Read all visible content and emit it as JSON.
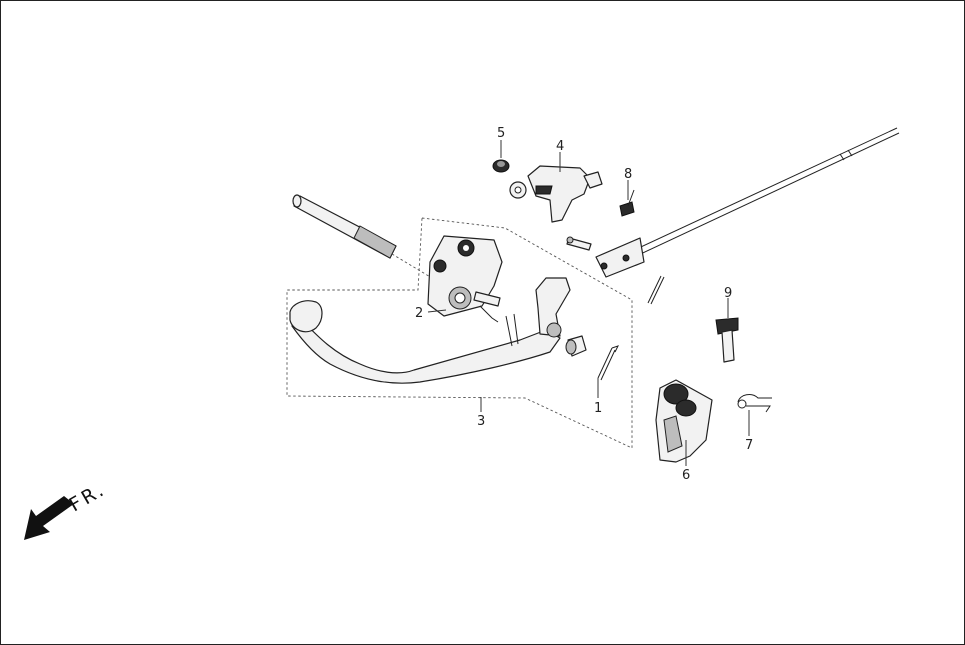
{
  "diagram": {
    "direction_label": "FR.",
    "callouts": [
      {
        "id": "1",
        "label": "1"
      },
      {
        "id": "2",
        "label": "2"
      },
      {
        "id": "3",
        "label": "3"
      },
      {
        "id": "4",
        "label": "4"
      },
      {
        "id": "5",
        "label": "5"
      },
      {
        "id": "6",
        "label": "6"
      },
      {
        "id": "7",
        "label": "7"
      },
      {
        "id": "8",
        "label": "8"
      },
      {
        "id": "9",
        "label": "9"
      }
    ]
  },
  "colors": {
    "line": "#222222",
    "fill": "#f2f2f2",
    "dark": "#2b2b2b",
    "background": "#ffffff"
  }
}
